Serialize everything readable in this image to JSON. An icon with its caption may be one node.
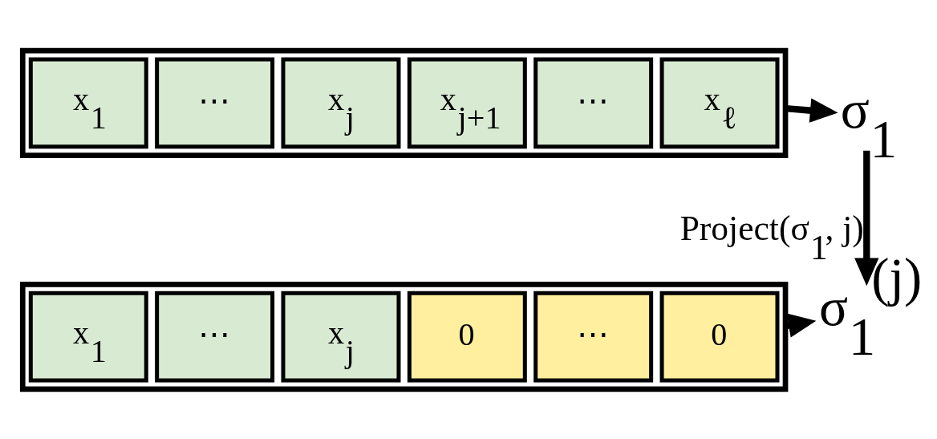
{
  "diagram": {
    "nodes": [
      {
        "text": [],
        "shape": "box"
      },
      {
        "text": [
          "x$_{1}$"
        ],
        "in": 0
      },
      {
        "text": [
          "⋯"
        ],
        "in": 0
      },
      {
        "text": [
          "x$_{j}$"
        ],
        "in": 0
      },
      {
        "text": [
          "x$_{j+1}$"
        ],
        "in": 0
      },
      {
        "text": [
          "⋯"
        ],
        "in": 0
      },
      {
        "text": [
          "x$_{ℓ}$"
        ],
        "in": 0
      },
      {
        "text": [
          "σ$_{1}$"
        ]
      },
      {
        "text": [],
        "shape": "box"
      },
      {
        "text": [
          "x$_{1}$"
        ],
        "in": 8
      },
      {
        "text": [
          "⋯"
        ],
        "in": 8
      },
      {
        "text": [
          "x$_{j}$"
        ],
        "in": 8
      },
      {
        "text": [
          "0"
        ],
        "in": 8
      },
      {
        "text": [
          "⋯"
        ],
        "in": 8
      },
      {
        "text": [
          "0"
        ],
        "in": 8
      },
      {
        "text": [
          "σ$_{1}$$^{(j)}$"
        ]
      }
    ],
    "edges": [
      {
        "from": 0,
        "to": 7,
        "arrow": "to"
      },
      {
        "from": 7,
        "to": 15,
        "arrow": "to",
        "label": "Project(σ$_{1}$, j)"
      },
      {
        "from": 8,
        "to": 15,
        "arrow": "to"
      }
    ]
  }
}
